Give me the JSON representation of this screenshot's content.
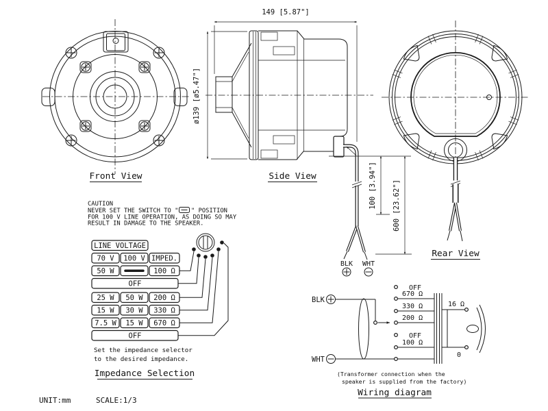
{
  "drawing": {
    "unit": "UNIT:mm",
    "scale": "SCALE:1/3"
  },
  "views": {
    "front": "Front View",
    "side": "Side View",
    "rear": "Rear View"
  },
  "dims": {
    "width": "149 [5.87\"]",
    "diameter": "ø139 [ø5.47\"]",
    "lead_in": "100 [3.94\"]",
    "lead_total": "600 [23.62\"]"
  },
  "cable": {
    "black": "BLK",
    "white": "WHT"
  },
  "icons": {
    "plus_terminal": "⊕",
    "minus_terminal": "⊖",
    "switch_position": "▭"
  },
  "caution": {
    "title": "CAUTION",
    "line1_pre": "NEVER SET THE SWITCH TO \"",
    "line1_post": "\" POSITION",
    "line2": "FOR 100 V LINE OPERATION, AS DOING SO MAY",
    "line3": "RESULT IN DAMAGE TO THE SPEAKER."
  },
  "impedance": {
    "header": "LINE VOLTAGE",
    "rows": [
      {
        "c": [
          "70 V",
          "100 V",
          "IMPED."
        ]
      },
      {
        "c": [
          "50 W",
          "",
          "100 Ω"
        ]
      },
      {
        "off": "OFF"
      },
      {
        "c": [
          "25 W",
          "50 W",
          "200 Ω"
        ]
      },
      {
        "c": [
          "15 W",
          "30 W",
          "330 Ω"
        ]
      },
      {
        "c": [
          "7.5 W",
          "15 W",
          "670 Ω"
        ]
      },
      {
        "off": "OFF"
      }
    ],
    "note1": "Set the impedance selector",
    "note2": "to the desired impedance.",
    "title": "Impedance Selection"
  },
  "wiring": {
    "black": "BLK",
    "white": "WHT",
    "taps": [
      "OFF",
      "670 Ω",
      "330 Ω",
      "200 Ω",
      "OFF",
      "100 Ω"
    ],
    "out_top": "16 Ω",
    "out_bottom": "0",
    "note1": "(Transformer connection when the",
    "note2": "speaker is supplied from the factory)",
    "title": "Wiring diagram"
  }
}
